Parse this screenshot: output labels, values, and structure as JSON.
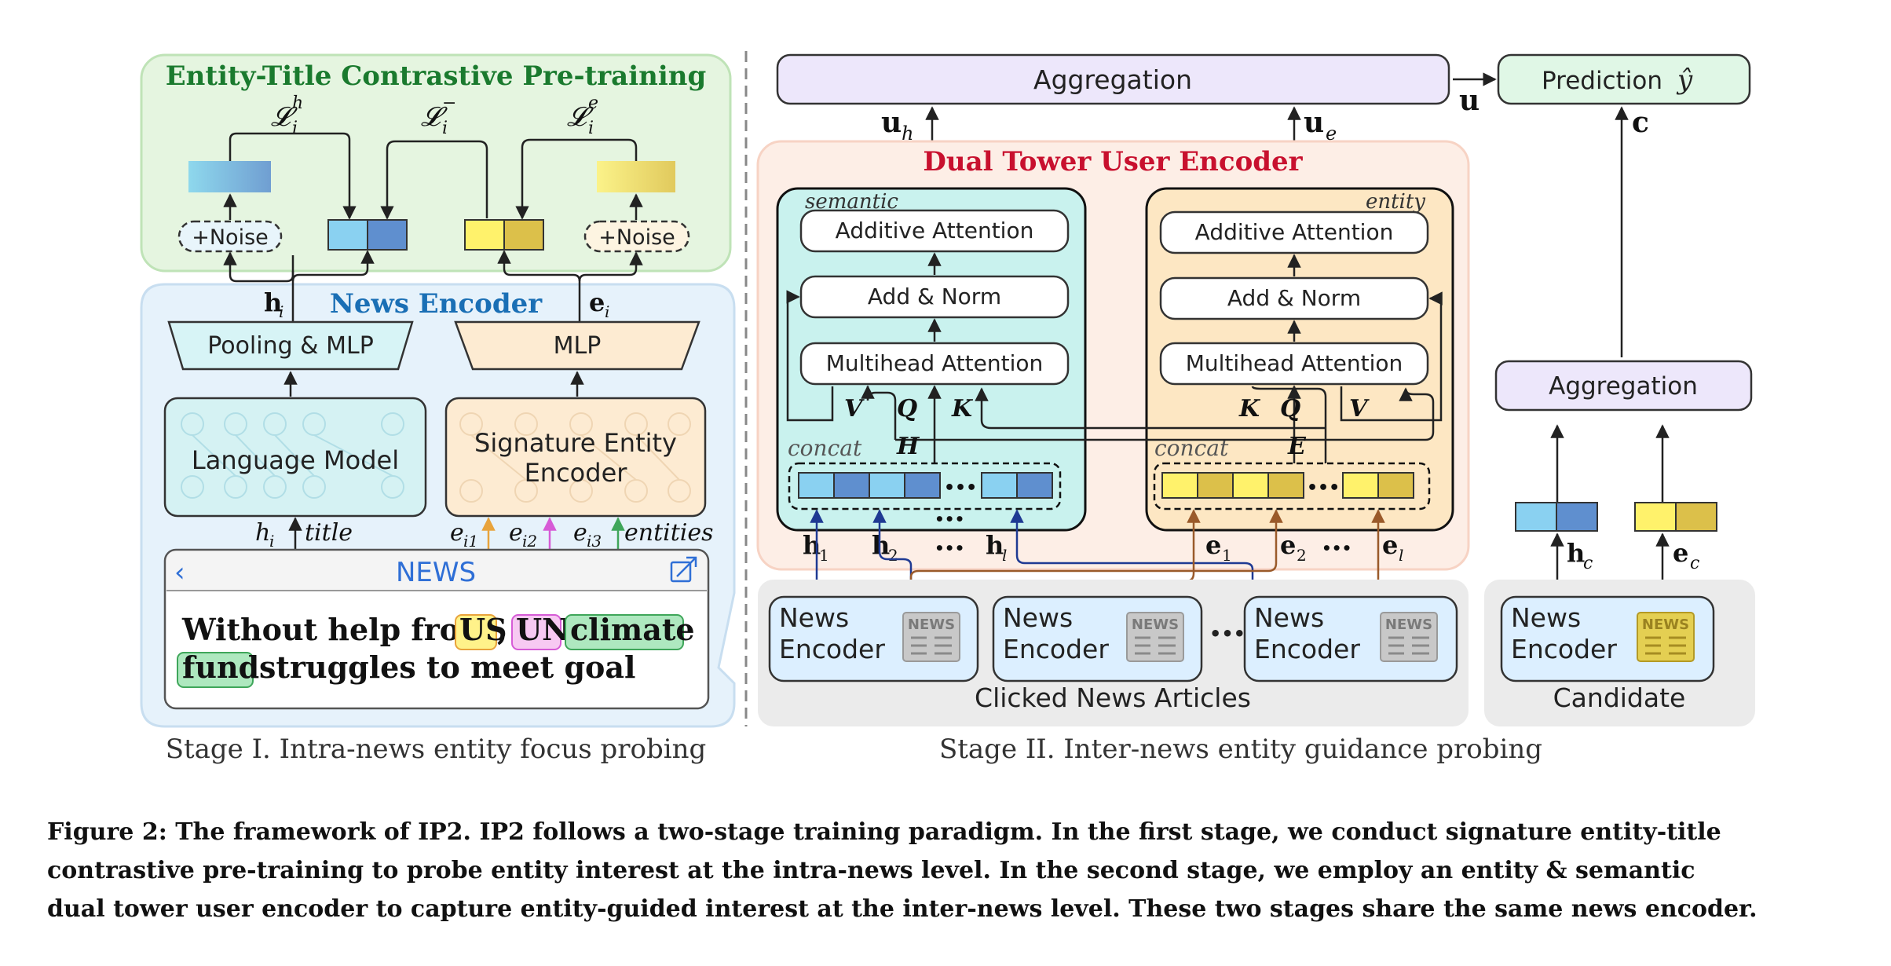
{
  "stage1": {
    "pretrain_title": "Entity-Title Contrastive Pre-training",
    "loss_h": "𝓛",
    "loss_h_sup": "h",
    "loss_h_sub": "i",
    "loss_neg": "𝓛",
    "loss_neg_sup": "−",
    "loss_neg_sub": "i",
    "loss_e": "𝓛",
    "loss_e_sup": "e",
    "loss_e_sub": "i",
    "noise_label": "+Noise",
    "h_label": "h",
    "h_sub": "i",
    "e_label": "e",
    "e_sub": "i",
    "news_encoder_title": "News Encoder",
    "pooling_label": "Pooling & MLP",
    "mlp_label": "MLP",
    "lm_label": "Language Model",
    "see_label_1": "Signature Entity",
    "see_label_2": "Encoder",
    "title_h": "h",
    "title_h_sub": "i",
    "title_word": "title",
    "ent1": "e",
    "ent1_sub": "i1",
    "ent2": "e",
    "ent2_sub": "i2",
    "ent3": "e",
    "ent3_sub": "i3",
    "entities_word": "entities",
    "news_header": "NEWS",
    "headline_1a": "Without help from",
    "headline_us": "US",
    "headline_comma": ",",
    "headline_un": "UN",
    "headline_climate": "climate",
    "headline_fund": "fund",
    "headline_2b": "struggles to meet goal",
    "stage_label": "Stage I. Intra-news entity focus probing"
  },
  "stage2": {
    "aggregation": "Aggregation",
    "prediction": "Prediction",
    "pred_symbol": "ŷ",
    "u": "u",
    "u_h": "u",
    "u_h_sub": "h",
    "u_e": "u",
    "u_e_sub": "e",
    "c": "c",
    "dual_title": "Dual Tower User Encoder",
    "semantic": "semantic",
    "entity": "entity",
    "additive": "Additive Attention",
    "addnorm": "Add & Norm",
    "multihead": "Multihead Attention",
    "V": "V",
    "Q": "Q",
    "K": "K",
    "H": "H",
    "E": "E",
    "concat": "concat",
    "h1": "h",
    "h1_sub": "1",
    "h2": "h",
    "h2_sub": "2",
    "hl": "h",
    "hl_sub": "l",
    "e1": "e",
    "e1_sub": "1",
    "e2": "e",
    "e2_sub": "2",
    "el": "e",
    "el_sub": "l",
    "ellipsis": "•••",
    "news_encoder_1": "News",
    "news_encoder_2": "Encoder",
    "newspaper_icon_text": "NEWS",
    "clicked": "Clicked News Articles",
    "candidate": "Candidate",
    "hc": "h",
    "hc_sub": "c",
    "ec": "e",
    "ec_sub": "c",
    "stage_label": "Stage II. Inter-news entity guidance probing"
  },
  "caption": {
    "line1": "Figure 2: The framework of IP2. IP2 follows a two-stage training paradigm. In the first stage, we conduct signature entity-title",
    "line2": "contrastive pre-training to probe entity interest at the intra-news level. In the second stage, we employ an entity & semantic",
    "line3": "dual tower user encoder to capture entity-guided interest at the inter-news level. These two stages share the same news encoder."
  },
  "colors": {
    "green_bg": "#e5f5e0",
    "blue_bg": "#e6f2fb",
    "peach_bg": "#fdeee6",
    "teal_tower": "#c9f2ee",
    "orange_tower": "#fde7c3",
    "lavender": "#ede7fb",
    "mint": "#e0f7e6",
    "gray_bg": "#ebebeb",
    "title_green": "#1a7a2e",
    "title_blue": "#1a6fb5",
    "title_red": "#c8102e"
  }
}
